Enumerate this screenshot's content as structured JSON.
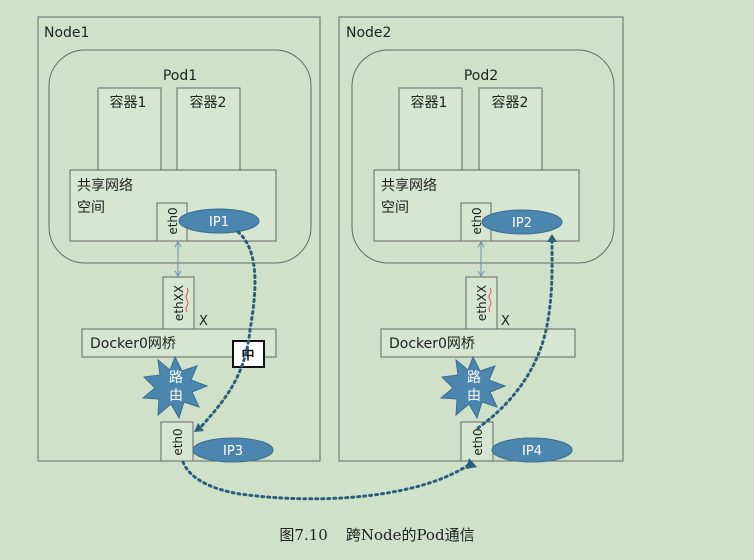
{
  "colors": {
    "background": "#cfe2c9",
    "box_stroke": "#555555",
    "pod_fill": "#cfe2c9",
    "inner_fill": "#d6e6d0",
    "ip_fill": "#4a86ad",
    "ip_text": "#ffffff",
    "route_fill": "#4a86ad",
    "dotted_path": "#2d5e7e"
  },
  "nodes": [
    {
      "title": "Node1",
      "pod": "Pod1",
      "containers": [
        "容器1",
        "容器2"
      ],
      "shared_net_line1": "共享网络",
      "shared_net_line2": "空间",
      "eth0": "eth0",
      "pod_ip": "IP1",
      "ethxx": "ethXX",
      "x_mark": "X",
      "bridge": "Docker0网桥",
      "route_line1": "路",
      "route_line2": "由",
      "node_eth0": "eth0",
      "node_ip": "IP3",
      "mid_box": "中"
    },
    {
      "title": "Node2",
      "pod": "Pod2",
      "containers": [
        "容器1",
        "容器2"
      ],
      "shared_net_line1": "共享网络",
      "shared_net_line2": "空间",
      "eth0": "eth0",
      "pod_ip": "IP2",
      "ethxx": "ethXX",
      "x_mark": "X",
      "bridge": "Docker0网桥",
      "route_line1": "路",
      "route_line2": "由",
      "node_eth0": "eth0",
      "node_ip": "IP4"
    }
  ],
  "caption": {
    "figure_number": "图7.10",
    "text": "跨Node的Pod通信"
  }
}
